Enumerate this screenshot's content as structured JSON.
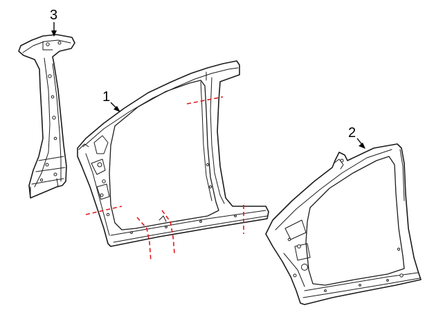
{
  "callouts": [
    {
      "number": "1"
    },
    {
      "number": "2"
    },
    {
      "number": "3"
    }
  ],
  "colors": {
    "line": "#1a1a1a",
    "cut_line": "#e0161b",
    "background": "#ffffff"
  }
}
